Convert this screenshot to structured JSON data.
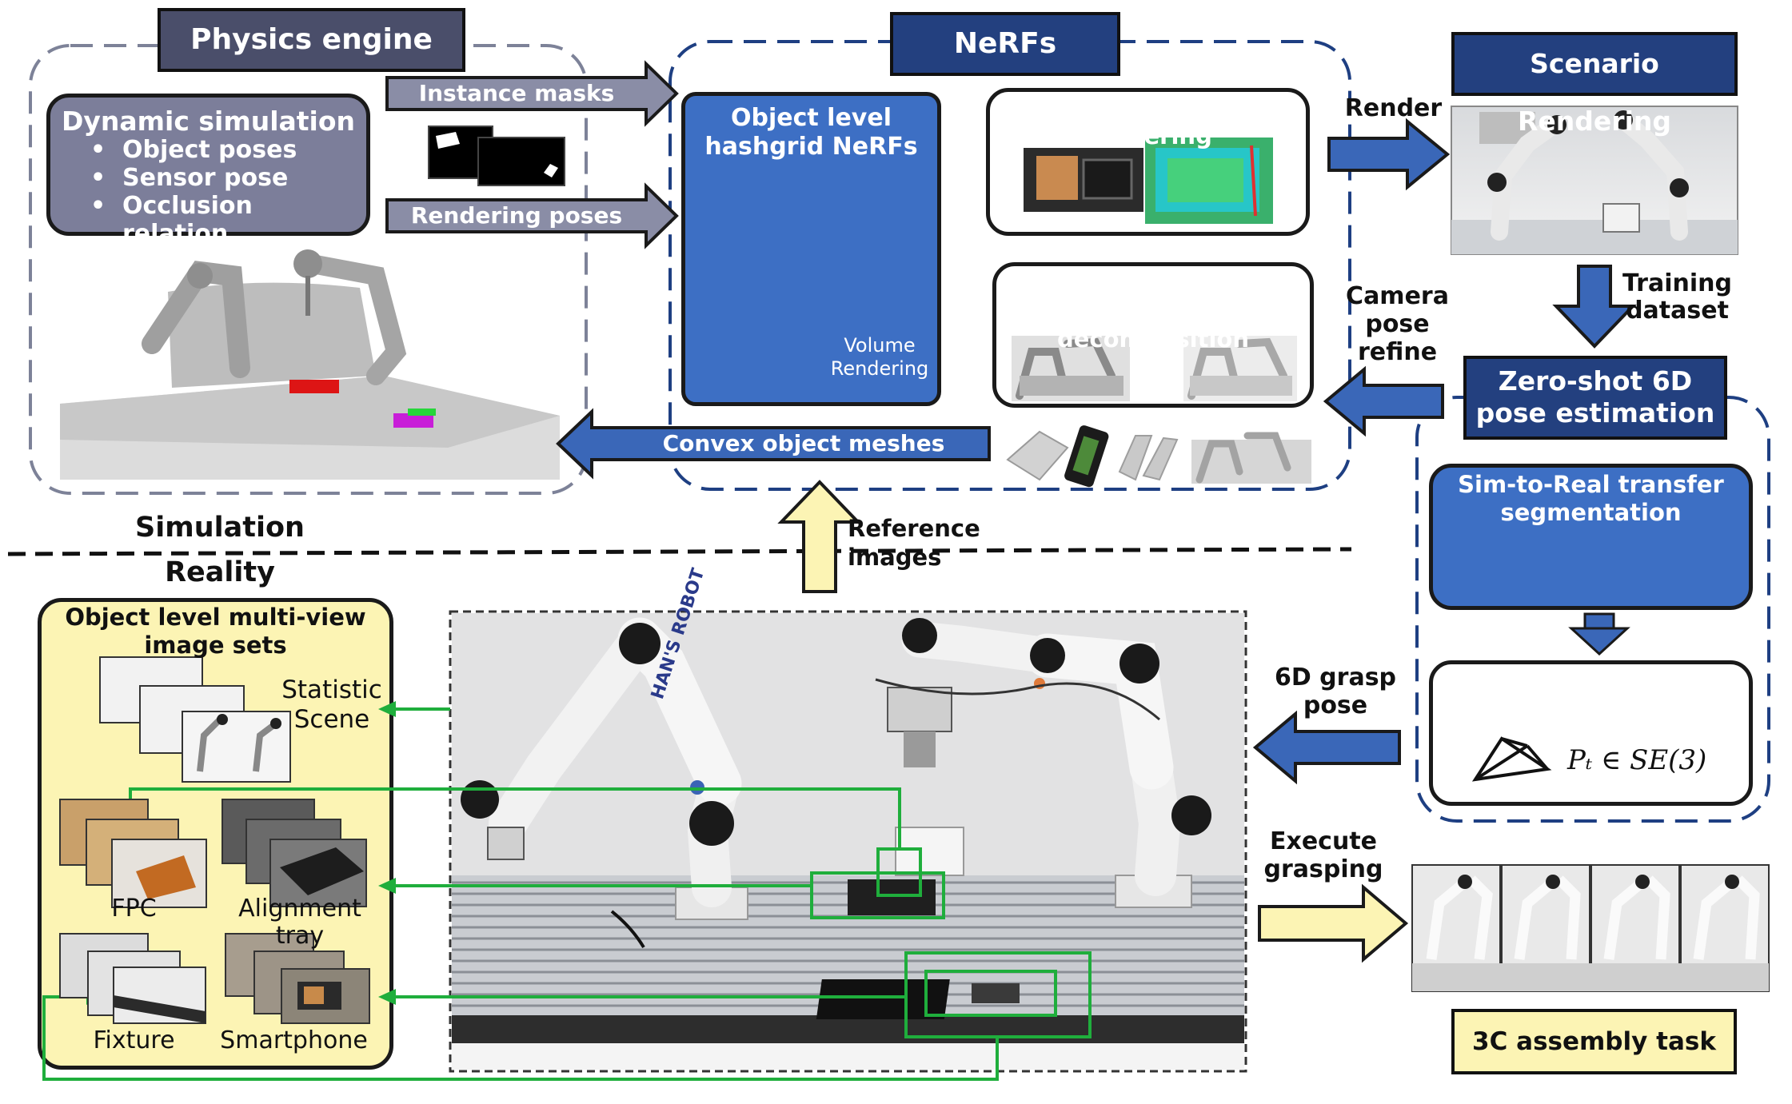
{
  "physics_engine": {
    "title": "Physics engine",
    "dynamic_simulation": {
      "title": "Dynamic simulation",
      "items": [
        "Object poses",
        "Sensor pose",
        "Occlusion relation"
      ]
    }
  },
  "arrows": {
    "instance_masks": "Instance masks",
    "rendering_poses": "Rendering poses",
    "convex_object_meshes": "Convex object meshes",
    "render": "Render",
    "camera_pose_refine": [
      "Camera",
      "pose",
      "refine"
    ],
    "training_dataset": [
      "Training",
      "dataset"
    ],
    "reference_images": "Reference images",
    "grasp_pose": [
      "6D grasp",
      "pose"
    ],
    "execute_grasping": [
      "Execute",
      "grasping"
    ]
  },
  "nerfs": {
    "title": "NeRFs",
    "hashgrid": {
      "title": [
        "Object level",
        "hashgrid NeRFs"
      ],
      "volume_rendering": [
        "Volume",
        "Rendering"
      ]
    },
    "multimodal": {
      "title": [
        "Object multi-modal",
        "rendering"
      ]
    },
    "marching": {
      "title": [
        "Marching cube & convex",
        "decomposition"
      ]
    }
  },
  "scenario_rendering": {
    "title": "Scenario Rendering"
  },
  "zero_shot": {
    "title": [
      "Zero-shot 6D",
      "pose estimation"
    ],
    "segmentation": {
      "title": [
        "Sim-to-Real transfer",
        "segmentation"
      ]
    },
    "pose_estimation": {
      "title": [
        "Pose estimation",
        "with NeRF inverting"
      ],
      "formula": "Pₜ ∈ SE(3)"
    }
  },
  "divider": {
    "simulation": "Simulation",
    "reality": "Reality"
  },
  "image_sets": {
    "title": [
      "Object level multi-view",
      "image sets"
    ],
    "statistic_scene": [
      "Statistic",
      "Scene"
    ],
    "fpc": "FPC",
    "alignment_tray": "Alignment tray",
    "fixture": "Fixture",
    "smartphone": "Smartphone"
  },
  "robot_photo": {
    "brand": "HAN'S ROBOT"
  },
  "assembly": {
    "title": "3C assembly task"
  },
  "colors": {
    "grey_box": "#7c7e9a",
    "blue_box": "#3d6fc4",
    "navy_header": "#23407f",
    "slate_header": "#4a4e6a",
    "yellow_box": "#fcf4b4",
    "arrow_blue": "#3a67b8",
    "green_line": "#1fae3c"
  }
}
